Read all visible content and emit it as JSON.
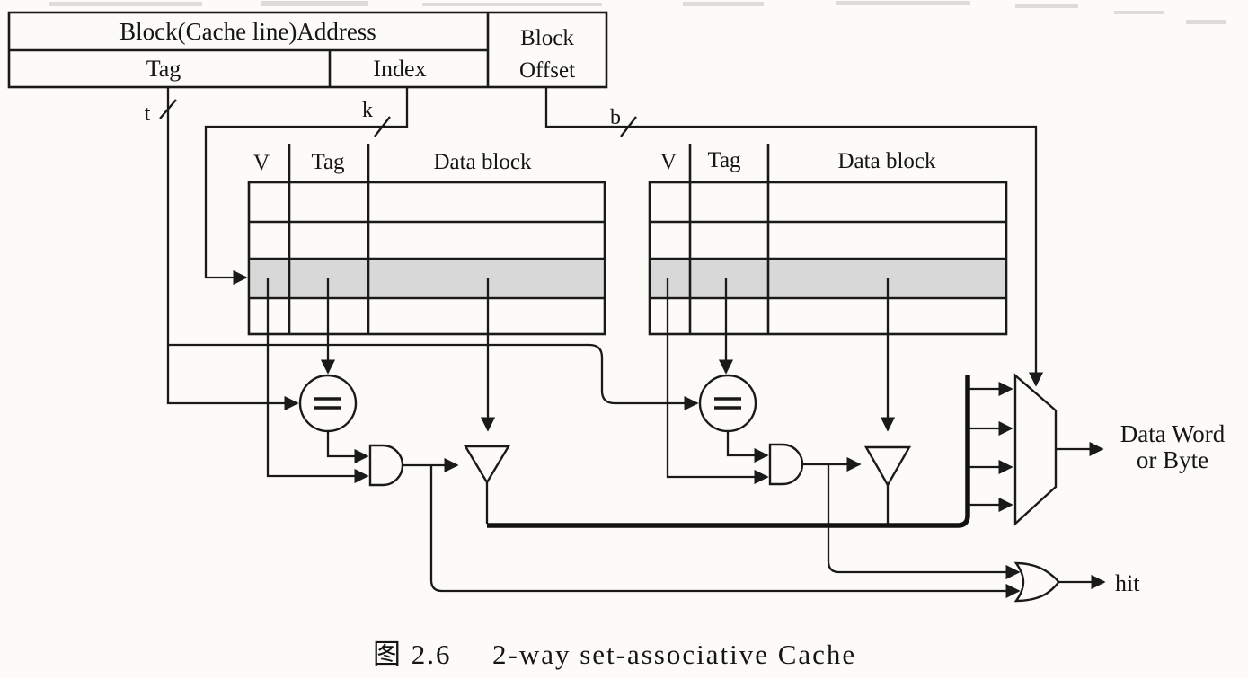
{
  "figure": {
    "background": "#fcfbf7",
    "line_color": "#1a1a1a",
    "highlight_color": "#d8d8d8",
    "caption": {
      "prefix": "图 2.6",
      "text": "2-way set-associative Cache"
    }
  },
  "address": {
    "title": "Block(Cache line)Address",
    "tag": "Tag",
    "index": "Index",
    "offset_line1": "Block",
    "offset_line2": "Offset"
  },
  "bits": {
    "tag": "t",
    "index": "k",
    "offset": "b"
  },
  "ways": [
    {
      "col_valid": "V",
      "col_tag": "Tag",
      "col_data": "Data block"
    },
    {
      "col_valid": "V",
      "col_tag": "Tag",
      "col_data": "Data block"
    }
  ],
  "gates": {
    "comparator_operator": "=="
  },
  "outputs": {
    "data_line1": "Data Word",
    "data_line2": "or Byte",
    "hit": "hit"
  }
}
